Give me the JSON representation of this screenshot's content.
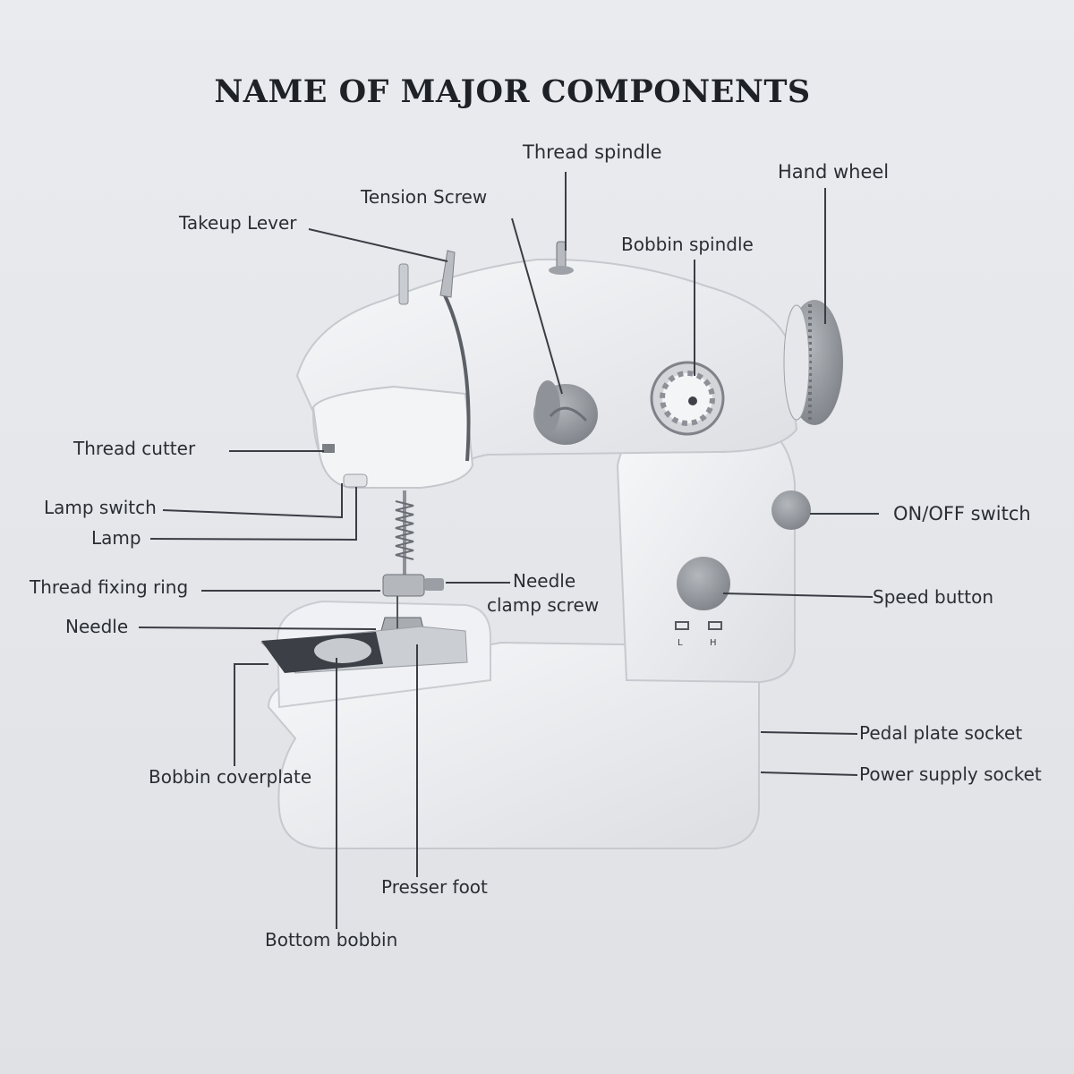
{
  "title": "NAME OF MAJOR COMPONENTS",
  "labels": {
    "thread_spindle": "Thread spindle",
    "hand_wheel": "Hand wheel",
    "tension_screw": "Tension Screw",
    "takeup_lever": "Takeup Lever",
    "bobbin_spindle": "Bobbin spindle",
    "thread_cutter": "Thread cutter",
    "lamp_switch": "Lamp switch",
    "lamp": "Lamp",
    "on_off_switch": "ON/OFF switch",
    "thread_fixing_ring": "Thread fixing ring",
    "needle_clamp_screw_1": "Needle",
    "needle_clamp_screw_2": "clamp screw",
    "speed_button": "Speed button",
    "needle": "Needle",
    "pedal_plate_socket": "Pedal plate socket",
    "power_supply_socket": "Power supply socket",
    "bobbin_coverplate": "Bobbin coverplate",
    "presser_foot": "Presser foot",
    "bottom_bobbin": "Bottom bobbin"
  },
  "speed_marks": {
    "low": "L",
    "high": "H"
  },
  "colors": {
    "background": "#e6e8ec",
    "machine": "#f4f5f7",
    "knob": "#9a9ea4",
    "leader": "#3a3e44",
    "text": "#2a2e33"
  }
}
